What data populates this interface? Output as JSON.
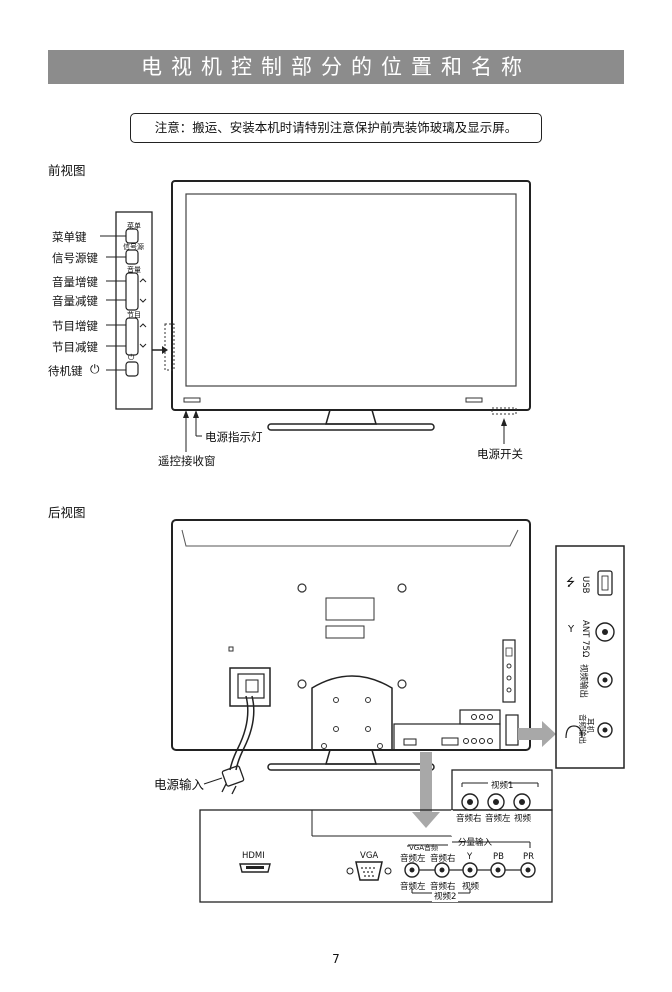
{
  "title": "电视机控制部分的位置和名称",
  "notice": "注意：搬运、安装本机时请特别注意保护前壳装饰玻璃及显示屏。",
  "front_view": {
    "label": "前视图",
    "keys": [
      "菜单键",
      "信号源键",
      "音量增键",
      "音量减键",
      "节目增键",
      "节目减键",
      "待机键"
    ],
    "panel_small_labels": [
      "菜单",
      "信号源",
      "音量",
      "节目"
    ],
    "callouts": {
      "power_indicator": "电源指示灯",
      "remote_receiver": "遥控接收窗",
      "power_switch": "电源开关"
    }
  },
  "rear_view": {
    "label": "后视图",
    "power_input": "电源输入",
    "side_panel": {
      "usb": "USB",
      "ant": "ANT 75Ω",
      "video_out": "视频输出",
      "earphone": [
        "耳机",
        "音频输出"
      ]
    },
    "bottom_panel": {
      "hdmi": "HDMI",
      "vga": "VGA",
      "video1_group": "视频1",
      "video1_labels": [
        "音频右",
        "音频左",
        "视频"
      ],
      "component_group": "分量输入",
      "vga_audio": "VGA音频",
      "top_labels": [
        "音频左",
        "音频右",
        "Y",
        "PB",
        "PR"
      ],
      "bottom_labels": [
        "音频左",
        "音频右",
        "视频"
      ],
      "video2_group": "视频2"
    }
  },
  "page_number": "7"
}
